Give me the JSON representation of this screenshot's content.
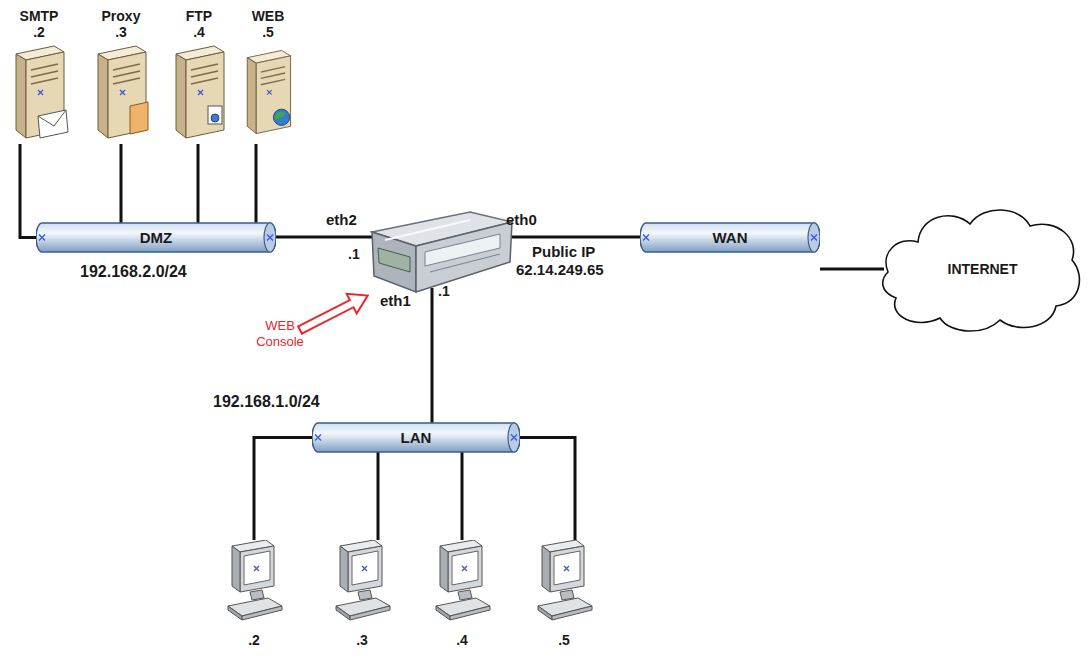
{
  "diagram": {
    "nodes": [
      {
        "text": [
          "SMTP",
          ".2"
        ]
      },
      {
        "text": [
          "Proxy",
          ".3"
        ]
      },
      {
        "text": [
          "FTP",
          ".4"
        ]
      },
      {
        "text": [
          "WEB",
          ".5"
        ]
      },
      {
        "text": [
          "DMZ"
        ]
      },
      {
        "text": [
          "WAN"
        ]
      },
      {
        "text": [
          "INTERNET"
        ]
      },
      {
        "text": [
          "LAN"
        ]
      },
      {
        "text": [
          ".2"
        ]
      },
      {
        "text": [
          ".3"
        ]
      },
      {
        "text": [
          ".4"
        ]
      },
      {
        "text": [
          ".5"
        ]
      }
    ],
    "edges": [
      {
        "from": 0,
        "to": 4,
        "arrow": "none"
      },
      {
        "from": 1,
        "to": 4,
        "arrow": "none"
      },
      {
        "from": 2,
        "to": 4,
        "arrow": "none"
      },
      {
        "from": 3,
        "to": 4,
        "arrow": "none"
      },
      {
        "from": 5,
        "to": 6,
        "arrow": "none"
      },
      {
        "from": 8,
        "to": 7,
        "arrow": "none"
      },
      {
        "from": 9,
        "to": 7,
        "arrow": "none"
      },
      {
        "from": 10,
        "to": 7,
        "arrow": "none"
      },
      {
        "from": 11,
        "to": 7,
        "arrow": "none"
      }
    ],
    "labels": [
      "192.168.2.0/24",
      "eth2",
      ".1",
      "eth0",
      "Public IP",
      "62.14.249.65",
      "WEB Console",
      "eth1",
      ".1",
      "192.168.1.0/24"
    ]
  }
}
